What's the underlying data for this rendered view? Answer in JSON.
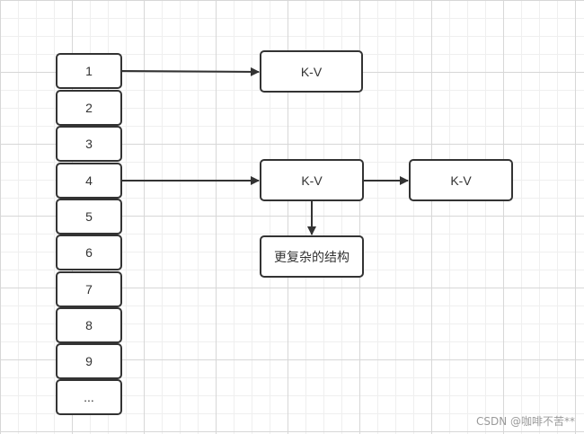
{
  "buckets": [
    "1",
    "2",
    "3",
    "4",
    "5",
    "6",
    "7",
    "8",
    "9",
    "..."
  ],
  "nodes": {
    "kv_bucket1": "K-V",
    "kv_bucket4": "K-V",
    "kv_bucket4_next": "K-V",
    "complex_structure": "更复杂的结构"
  },
  "watermark": "CSDN @咖啡不苦**",
  "colors": {
    "stroke": "#333333",
    "grid": "#d7d7d7",
    "watermark": "#9a9a9a"
  }
}
